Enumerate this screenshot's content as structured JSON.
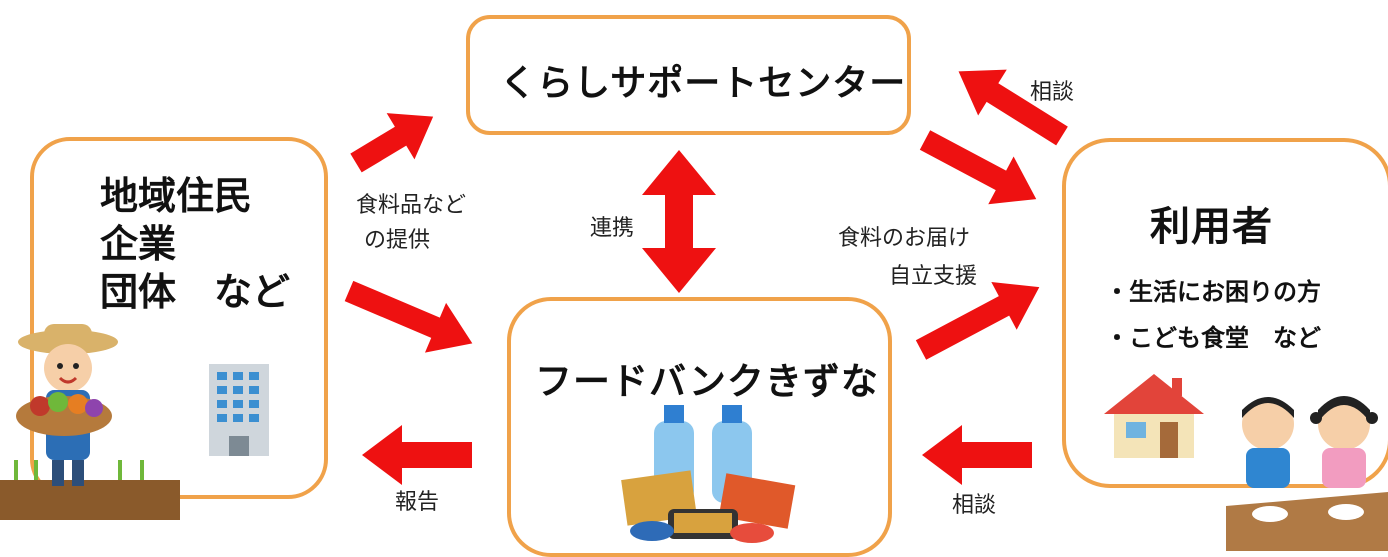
{
  "nodes": {
    "center": {
      "title": "くらしサポートセンター"
    },
    "community": {
      "lines": [
        "地域住民",
        "企業",
        "団体　など"
      ]
    },
    "foodbank": {
      "title": "フードバンクきずな"
    },
    "users": {
      "title": "利用者",
      "items": [
        "・生活にお困りの方",
        "・こども食堂　など"
      ]
    }
  },
  "edges": {
    "donation": [
      "食料品など",
      "の提供"
    ],
    "cooperation": "連携",
    "delivery": "食料のお届け",
    "support": "自立支援",
    "consult_top": "相談",
    "report": "報告",
    "consult_bottom": "相談"
  },
  "icons": [
    "farmer-icon",
    "office-building-icon",
    "house-icon",
    "children-eating-icon",
    "water-bottles-food-icon"
  ],
  "colors": {
    "box_border": "#f0a24a",
    "arrow": "#ee1111"
  }
}
